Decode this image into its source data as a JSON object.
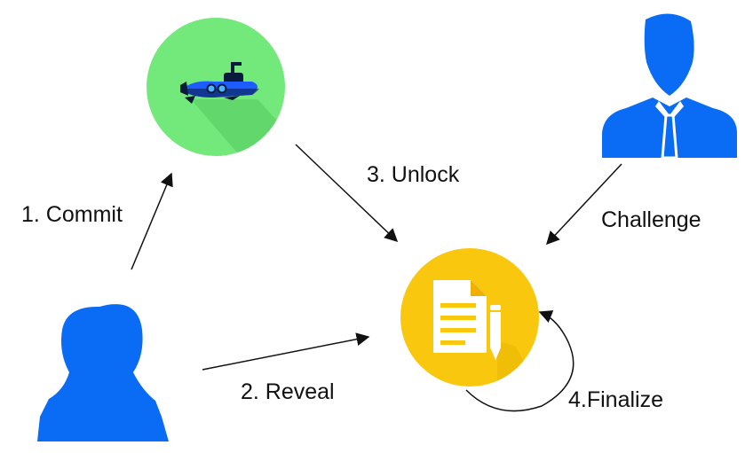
{
  "labels": {
    "commit": "1. Commit",
    "reveal": "2. Reveal",
    "unlock": "3. Unlock",
    "finalize": "4.Finalize",
    "challenge": "Challenge"
  },
  "colors": {
    "green_circle": "#72e97a",
    "green_shadow": "#5fd56a",
    "blue": "#0a6cf5",
    "yellow": "#f9c80e",
    "yellow_shadow": "#e9b400",
    "doc_white": "#ffffff",
    "arrow": "#111111"
  },
  "icons": {
    "submarine": "submarine-icon",
    "document": "document-pen-icon",
    "man": "man-silhouette-icon",
    "woman": "woman-silhouette-icon"
  }
}
